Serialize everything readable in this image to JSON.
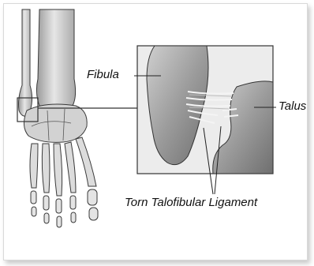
{
  "labels": {
    "fibula": "Fibula",
    "talus": "Talus",
    "torn_ligament": "Torn Talofibular Ligament"
  },
  "colors": {
    "frame_border": "#d9d9d9",
    "bone_fill": "#d7d7d7",
    "bone_shadow": "#8a8a8a",
    "outline": "#2b2b2b",
    "ligament": "#f2f2f2"
  }
}
